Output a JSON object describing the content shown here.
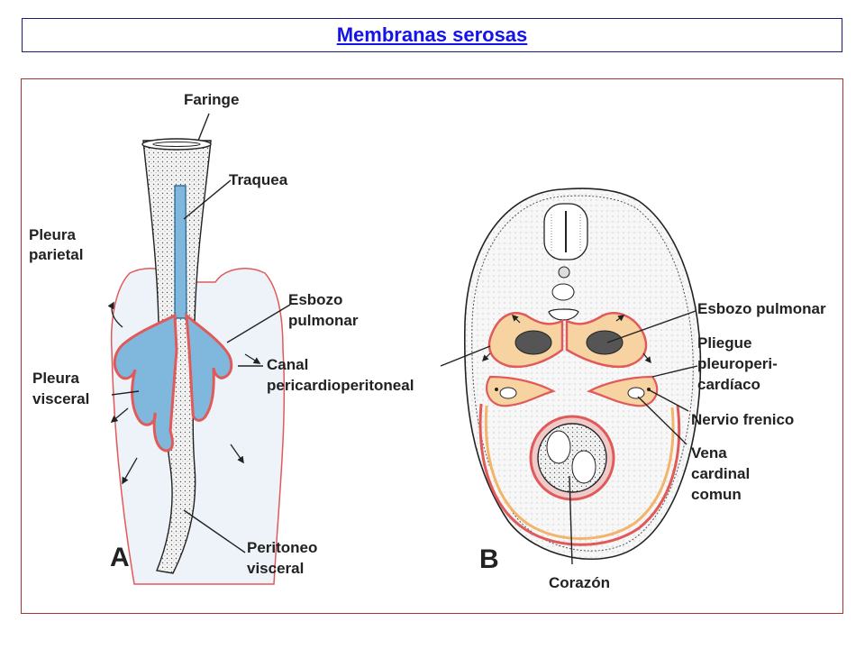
{
  "title": "Membranas serosas",
  "colors": {
    "title_text": "#1414e6",
    "title_border": "#1a1a7a",
    "figure_border": "#b03030",
    "airway_blue": "#7fb8dc",
    "membrane_red": "#e05a5a",
    "membrane_orange": "#f2b56b",
    "cavity_fill": "#e8eef6"
  },
  "panel_a": {
    "letter": "A",
    "labels": {
      "faringe": "Faringe",
      "traquea": "Traquea",
      "pleura_parietal_1": "Pleura",
      "pleura_parietal_2": "parietal",
      "esbozo_pulmonar_1": "Esbozo",
      "esbozo_pulmonar_2": "pulmonar",
      "pleura_visceral_1": "Pleura",
      "pleura_visceral_2": "visceral",
      "canal_1": "Canal",
      "canal_2": "pericardioperitoneal",
      "peritoneo_1": "Peritoneo",
      "peritoneo_2": "visceral"
    }
  },
  "panel_b": {
    "letter": "B",
    "labels": {
      "esbozo_pulmonar": "Esbozo pulmonar",
      "pliegue_1": "Pliegue",
      "pliegue_2": "pleuroperi-",
      "pliegue_3": "cardíaco",
      "nervio_frenico": "Nervio frenico",
      "vena_1": "Vena",
      "vena_2": "cardinal",
      "vena_3": "comun",
      "corazon": "Corazón"
    }
  }
}
